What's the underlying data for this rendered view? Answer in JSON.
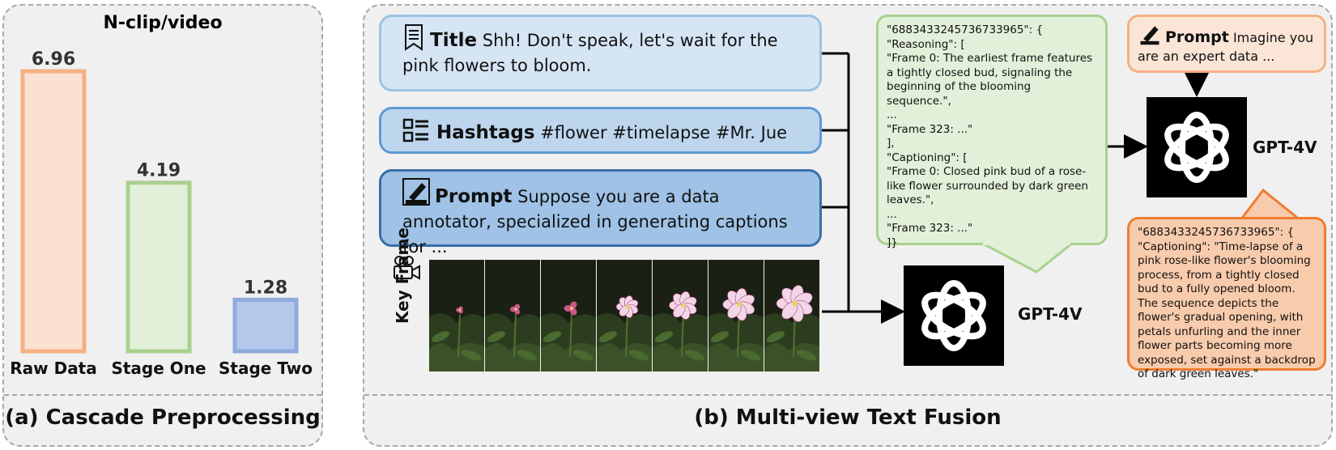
{
  "panel_a": {
    "caption": "(a) Cascade Preprocessing",
    "chart_title": "N-clip/video",
    "chart_data": {
      "type": "bar",
      "title": "N-clip/video",
      "categories": [
        "Raw Data",
        "Stage One",
        "Stage Two"
      ],
      "values": [
        6.96,
        4.19,
        1.28
      ],
      "value_labels": [
        "6.96",
        "4.19",
        "1.28"
      ],
      "colors": {
        "fill": [
          "#fbe1d2",
          "#e2efd9",
          "#b5c7eb"
        ],
        "stroke": [
          "#f4b183",
          "#a9d18e",
          "#8faadc"
        ]
      },
      "xlabel": "",
      "ylabel": "",
      "ylim": [
        0,
        7
      ],
      "grid": false,
      "legend": "none"
    }
  },
  "panel_b": {
    "caption": "(b) Multi-view Text Fusion",
    "title_box": {
      "label": "Title",
      "text": "Shh! Don't speak, let's wait for the pink flowers to bloom.",
      "icon": "bookmark-icon"
    },
    "hashtags_box": {
      "label": "Hashtags",
      "text": "#flower #timelapse #Mr. Jue",
      "icon": "list-icon"
    },
    "prompt_box": {
      "label": "Prompt",
      "text": "Suppose you are a data annotator, specialized in generating captions for ...",
      "icon": "pen-icon"
    },
    "key_frame_label": "Key Frame",
    "key_frame_icon": "video-camera-icon",
    "key_frames": [
      {
        "bloom": 0.0
      },
      {
        "bloom": 0.12
      },
      {
        "bloom": 0.25
      },
      {
        "bloom": 0.5
      },
      {
        "bloom": 0.7
      },
      {
        "bloom": 0.85
      },
      {
        "bloom": 1.0
      }
    ],
    "gpt_label": "GPT-4V",
    "reasoning_json": "\"6883433245736733965\": {\n\"Reasoning\": [\n\"Frame 0: The earliest frame features a tightly closed bud, signaling the beginning of the blooming sequence.\",\n...\n\"Frame 323: ...\"\n],\n\"Captioning\": [\n\"Frame 0: Closed pink bud of a rose-like flower surrounded by dark green leaves.\",\n...\n\"Frame 323: ...\"\n]}",
    "gpt_prompt_box": {
      "label": "Prompt",
      "text": "Imagine you are an expert data ...",
      "icon": "pen-icon"
    },
    "gpt_label_2": "GPT-4V",
    "final_json": "\"6883433245736733965\": {\n\"Captioning\": \"Time-lapse of a pink rose-like flower's blooming process, from a tightly closed bud to a fully opened bloom. The sequence depicts the flower's gradual opening, with petals unfurling and the inner flower parts becoming more exposed, set against a backdrop of dark green leaves.\""
  }
}
